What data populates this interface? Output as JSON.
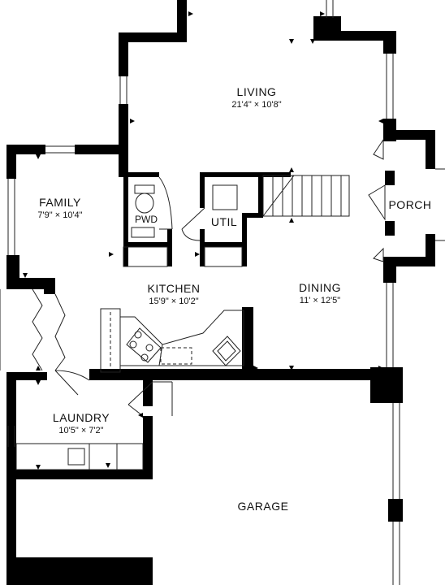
{
  "rooms": {
    "living": {
      "name": "LIVING",
      "dims": "21'4\" × 10'8\""
    },
    "family": {
      "name": "FAMILY",
      "dims": "7'9\" × 10'4\""
    },
    "pwd": {
      "name": "PWD"
    },
    "util": {
      "name": "UTIL"
    },
    "porch": {
      "name": "PORCH"
    },
    "kitchen": {
      "name": "KITCHEN",
      "dims": "15'9\" × 10'2\""
    },
    "dining": {
      "name": "DINING",
      "dims": "11' × 12'5\""
    },
    "laundry": {
      "name": "LAUNDRY",
      "dims": "10'5\" × 7'2\""
    },
    "garage": {
      "name": "GARAGE"
    }
  },
  "colors": {
    "wall": "#000000",
    "line": "#222222",
    "background": "#ffffff"
  }
}
